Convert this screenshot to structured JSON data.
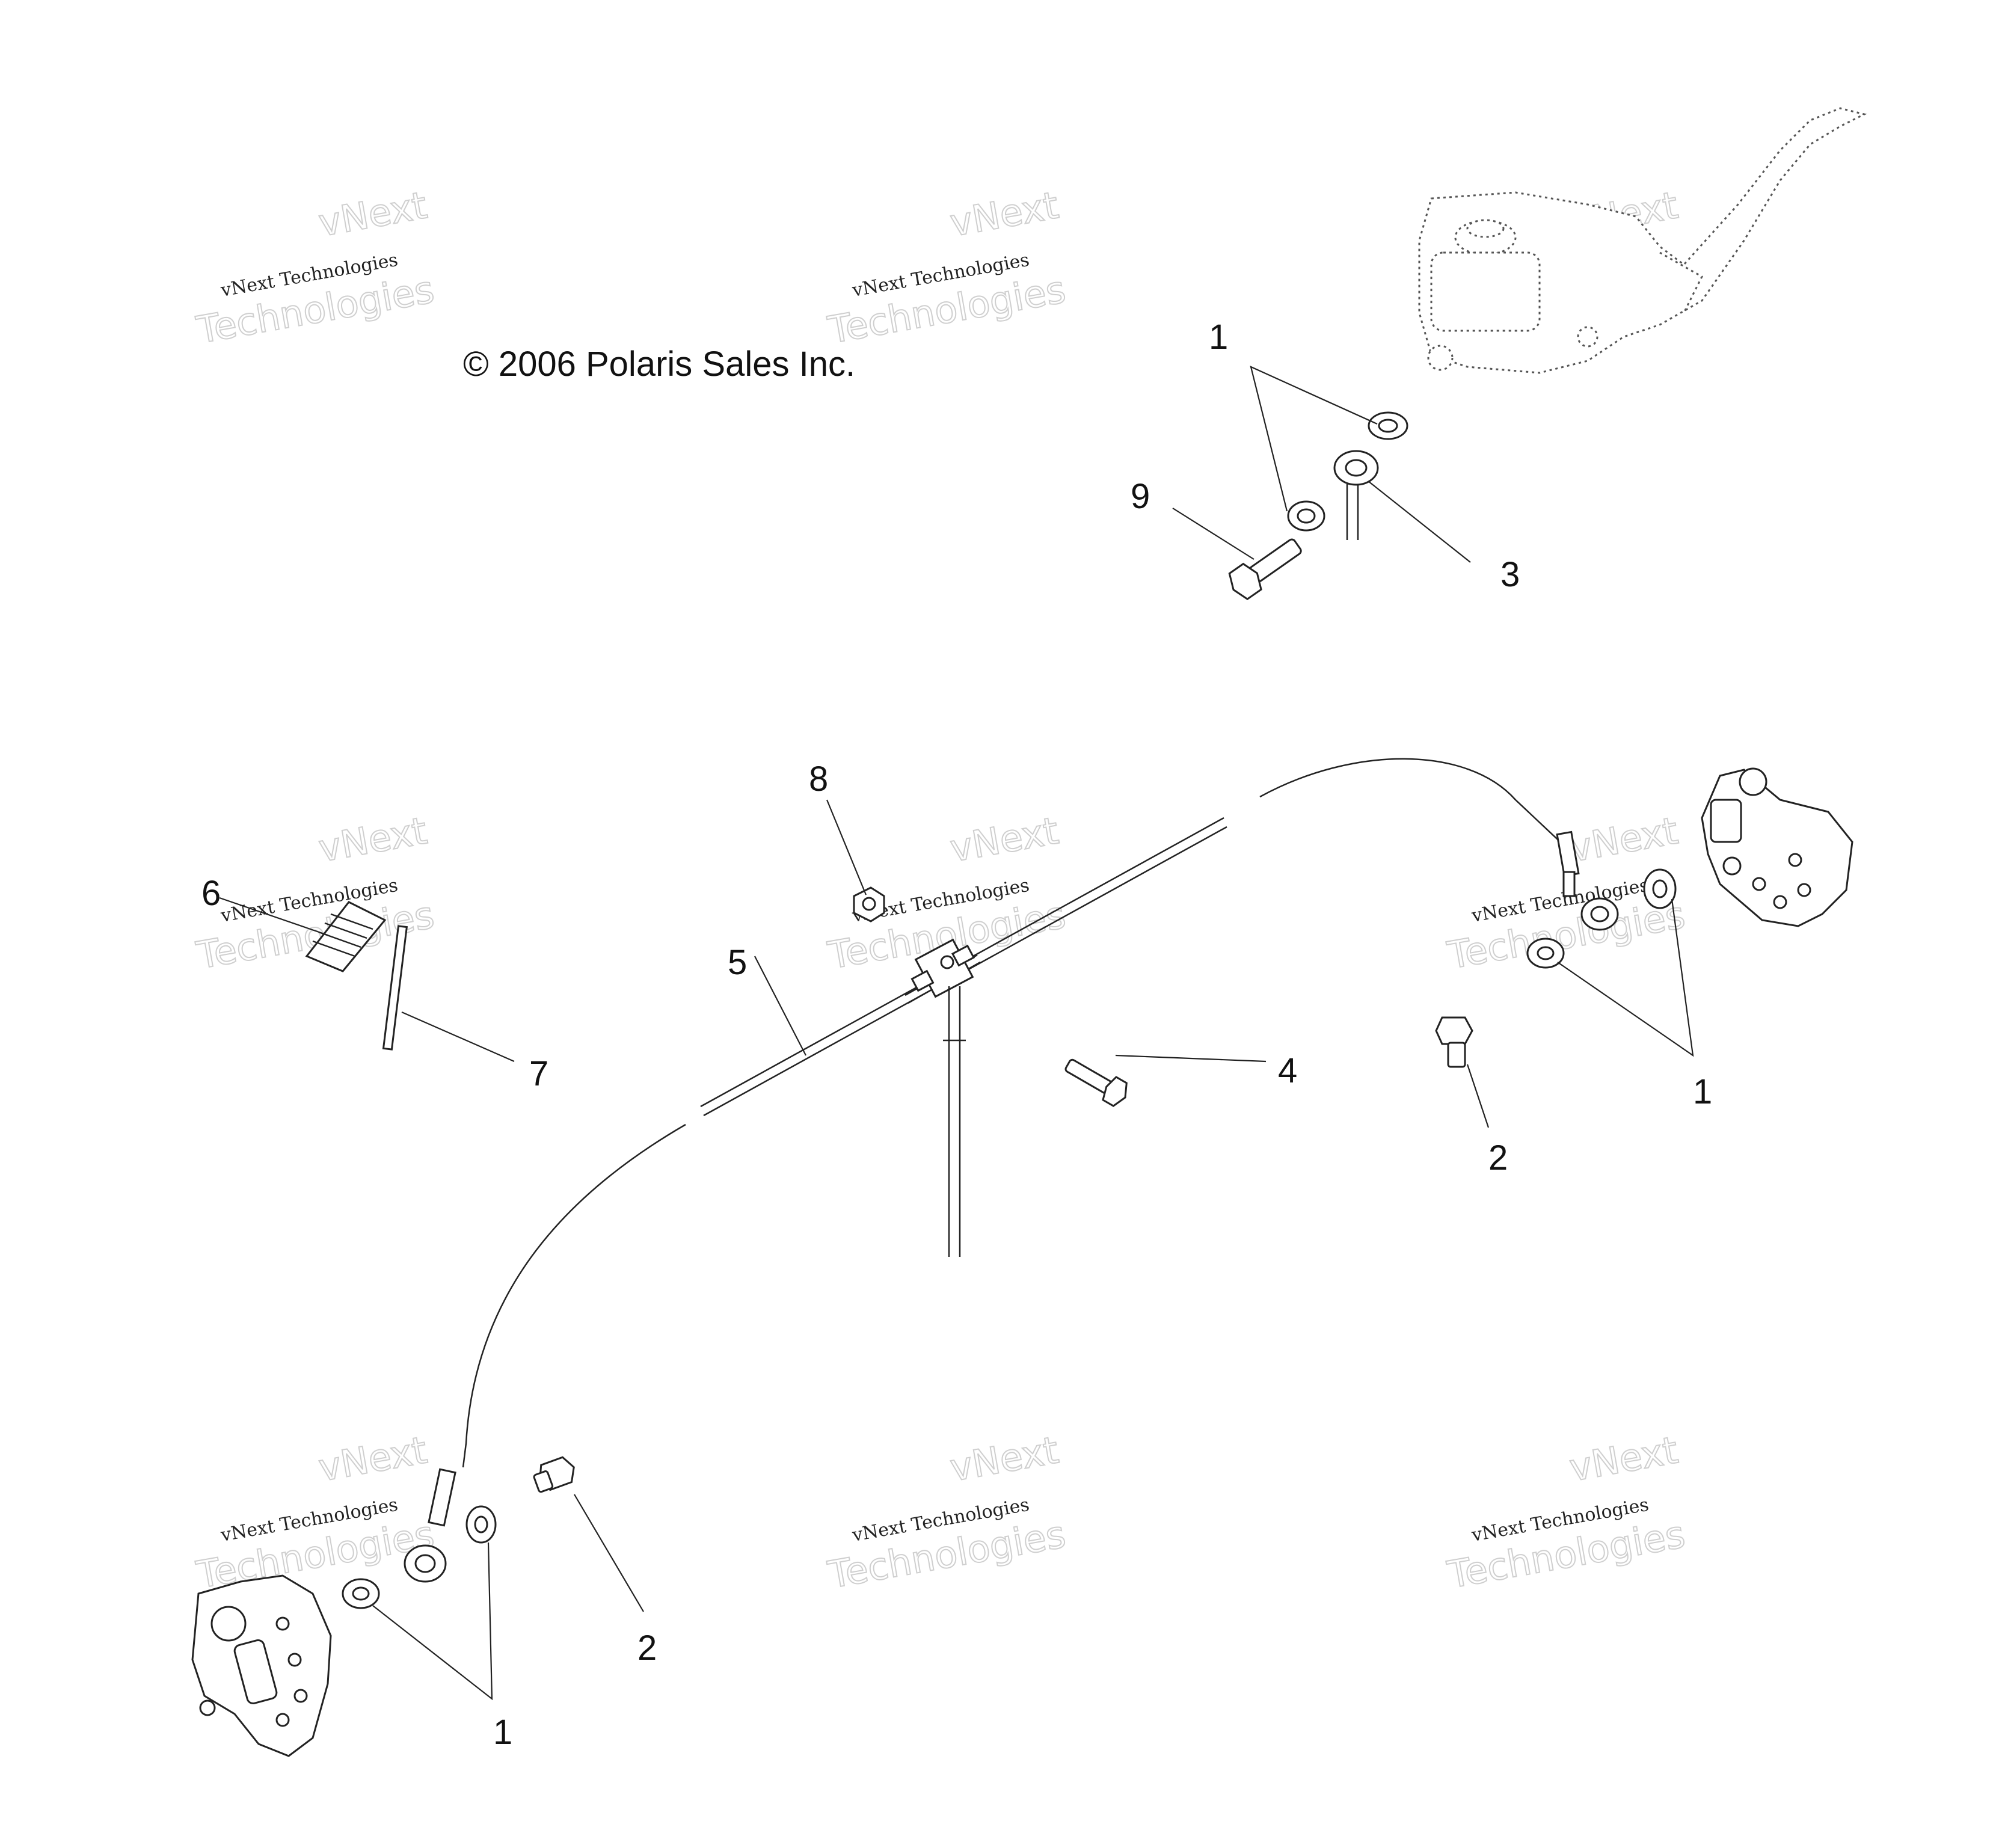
{
  "copyright": "© 2006 Polaris Sales Inc.",
  "watermark": {
    "line1": "vNext",
    "line2": "vNext Technologies",
    "line3": "Technologies"
  },
  "callouts": [
    "1",
    "9",
    "3",
    "8",
    "6",
    "5",
    "7",
    "4",
    "1",
    "2",
    "2",
    "1"
  ],
  "parts": [
    "master-cylinder",
    "washer",
    "banjo-bolt",
    "brake-line",
    "bracket-bolt",
    "spring",
    "pin",
    "nut",
    "caliper-right",
    "caliper-left"
  ]
}
